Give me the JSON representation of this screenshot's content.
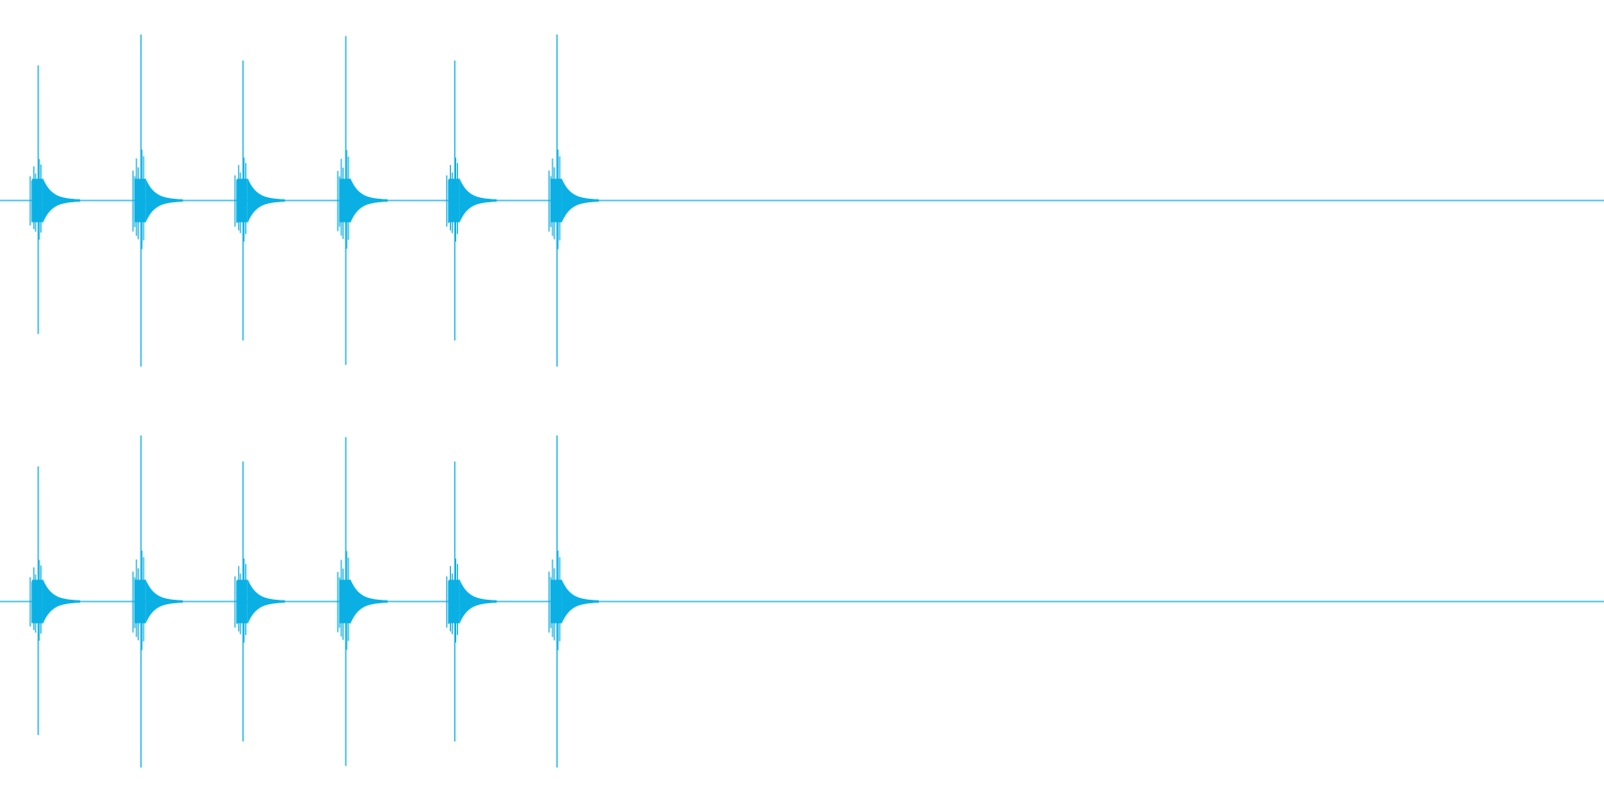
{
  "colors": {
    "background": "#ffffff",
    "waveform": "#0ab0e4"
  },
  "chart_data": {
    "type": "line",
    "title": "",
    "xlabel": "",
    "ylabel": "",
    "grid": false,
    "legend": "none",
    "ylim": [
      -1,
      1
    ],
    "x_range": [
      0,
      1
    ],
    "channels": [
      {
        "name": "",
        "baseline": 0,
        "transients": [
          {
            "t": 0.0233,
            "peak_pos": 0.83,
            "peak_neg": 0.82
          },
          {
            "t": 0.0873,
            "peak_pos": 1.02,
            "peak_neg": 1.02
          },
          {
            "t": 0.151,
            "peak_pos": 0.86,
            "peak_neg": 0.86
          },
          {
            "t": 0.215,
            "peak_pos": 1.01,
            "peak_neg": 1.01
          },
          {
            "t": 0.283,
            "peak_pos": 0.86,
            "peak_neg": 0.86
          },
          {
            "t": 0.3467,
            "peak_pos": 1.02,
            "peak_neg": 1.02
          }
        ]
      },
      {
        "name": "",
        "baseline": 0,
        "transients": [
          {
            "t": 0.0233,
            "peak_pos": 0.83,
            "peak_neg": 0.82
          },
          {
            "t": 0.0873,
            "peak_pos": 1.02,
            "peak_neg": 1.02
          },
          {
            "t": 0.151,
            "peak_pos": 0.86,
            "peak_neg": 0.86
          },
          {
            "t": 0.215,
            "peak_pos": 1.01,
            "peak_neg": 1.01
          },
          {
            "t": 0.283,
            "peak_pos": 0.86,
            "peak_neg": 0.86
          },
          {
            "t": 0.3467,
            "peak_pos": 1.02,
            "peak_neg": 1.02
          }
        ]
      }
    ]
  }
}
